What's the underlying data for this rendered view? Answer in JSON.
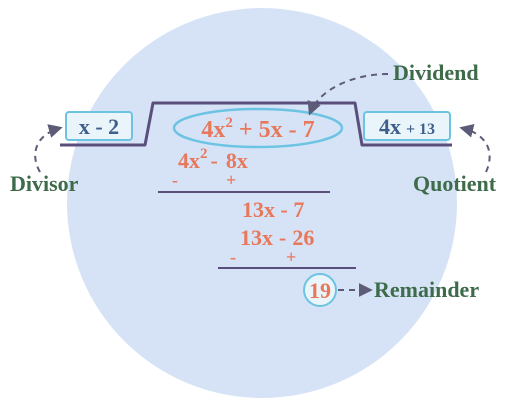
{
  "colors": {
    "circle": "#d6e3f7",
    "bracket": "#5a4f7a",
    "term": "#e8785a",
    "box_text": "#3f5f8c",
    "box_stroke": "#6cc4e2",
    "label": "#3e6b4a",
    "arrow": "#5c5c78"
  },
  "divisor": "x - 2",
  "dividend": {
    "t1_coef": "4x",
    "t1_exp": "2",
    "rest": "+ 5x - 7"
  },
  "quotient": {
    "lead": "4x",
    "tail": "+ 13"
  },
  "step1": {
    "t1_coef": "4x",
    "t1_exp": "2",
    "op": "-",
    "t2": "8x",
    "sign1": "-",
    "sign2": "+"
  },
  "step2": "13x - 7",
  "step3": {
    "t1": "13x",
    "op": "-",
    "t2": "26",
    "sign1": "-",
    "sign2": "+"
  },
  "remainder": "19",
  "labels": {
    "dividend": "Dividend",
    "divisor": "Divisor",
    "quotient": "Quotient",
    "remainder": "Remainder"
  }
}
